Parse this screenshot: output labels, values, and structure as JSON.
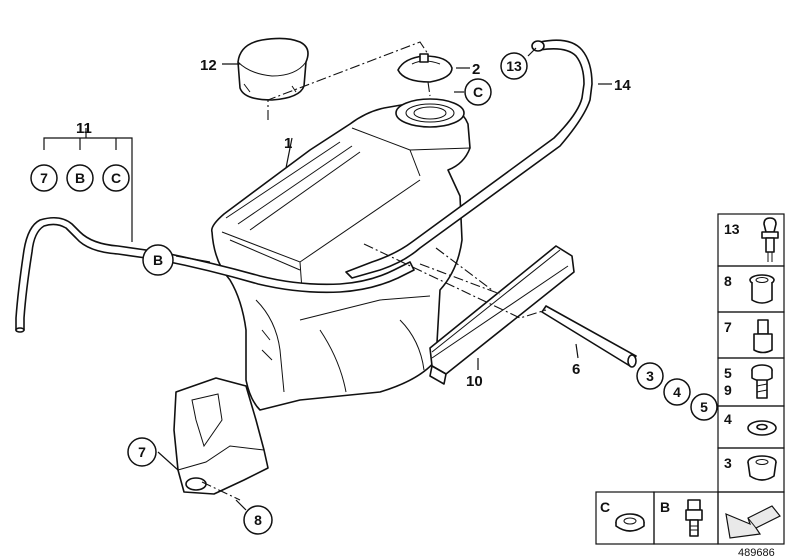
{
  "diagram": {
    "part_labels": {
      "p1": "1",
      "p2": "2",
      "p6": "6",
      "p10": "10",
      "p11": "11",
      "p12": "12",
      "p14": "14"
    },
    "callouts": {
      "c13": "13",
      "cC_top": "C",
      "c7_left": "7",
      "cB_left": "B",
      "cC_left": "C",
      "cB_hose": "B",
      "c3": "3",
      "c4": "4",
      "c5": "5",
      "c7_bottom": "7",
      "c8_bottom": "8"
    },
    "legend": {
      "items": [
        {
          "label": "13"
        },
        {
          "label": "8"
        },
        {
          "label": "7"
        },
        {
          "label": "5\n9"
        },
        {
          "label": "4"
        },
        {
          "label": "3"
        }
      ],
      "bottom": [
        {
          "label": "C"
        },
        {
          "label": "B"
        }
      ],
      "arrow_icon": "direction-arrow-icon"
    },
    "reference_number": "489686"
  }
}
